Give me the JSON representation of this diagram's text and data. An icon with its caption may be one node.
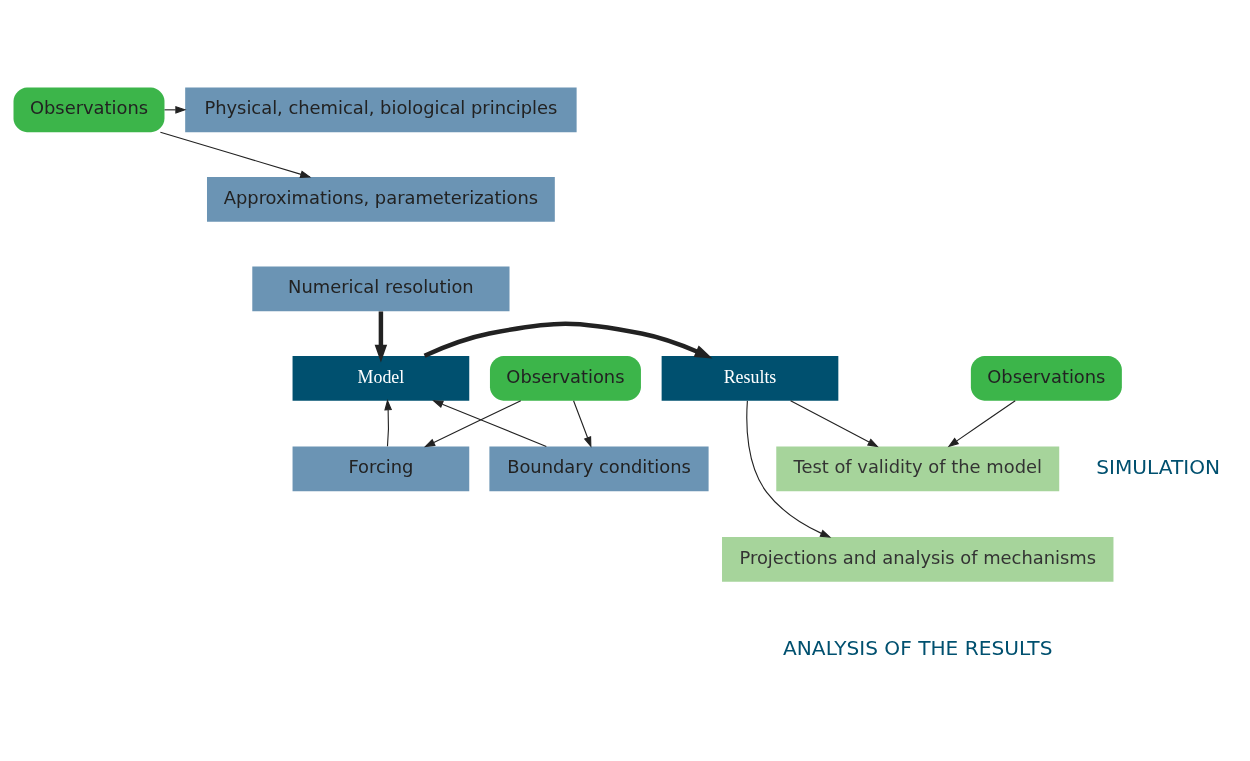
{
  "diagram": {
    "nodes": [
      {
        "text": [
          "Physical, chemical, biological principles"
        ]
      },
      {
        "text": [
          "Approximations, parameterizations"
        ]
      },
      {
        "text": [
          "Numerical resolution"
        ]
      },
      {
        "text": [
          "Observations"
        ]
      },
      {
        "text": [
          "Model"
        ]
      },
      {
        "text": [
          "Results"
        ]
      },
      {
        "text": [
          "Observations"
        ]
      },
      {
        "text": [
          "Test of validity of the model"
        ]
      },
      {
        "text": [
          "Projections and analysis of mechanisms"
        ]
      },
      {
        "text": [
          "Forcing"
        ]
      },
      {
        "text": [
          "Boundary conditions"
        ]
      },
      {
        "text": [
          "Observations"
        ]
      }
    ],
    "edges": [
      {
        "from": 3,
        "to": 0,
        "arrow": "to"
      },
      {
        "from": 3,
        "to": 1,
        "arrow": "to"
      },
      {
        "from": 2,
        "to": 4,
        "arrow": "to",
        "style": "thick"
      },
      {
        "from": 4,
        "to": 5,
        "arrow": "to",
        "style": "thick"
      },
      {
        "from": 6,
        "to": 7,
        "arrow": "to"
      },
      {
        "from": 5,
        "to": 7,
        "arrow": "to"
      },
      {
        "from": 5,
        "to": 8,
        "arrow": "to"
      },
      {
        "from": 9,
        "to": 4,
        "arrow": "to"
      },
      {
        "from": 10,
        "to": 4,
        "arrow": "to"
      },
      {
        "from": 11,
        "to": 9,
        "arrow": "to"
      },
      {
        "from": 11,
        "to": 10,
        "arrow": "to"
      }
    ],
    "labels": [
      "SIMULATION",
      "ANALYSIS OF THE RESULTS"
    ]
  }
}
